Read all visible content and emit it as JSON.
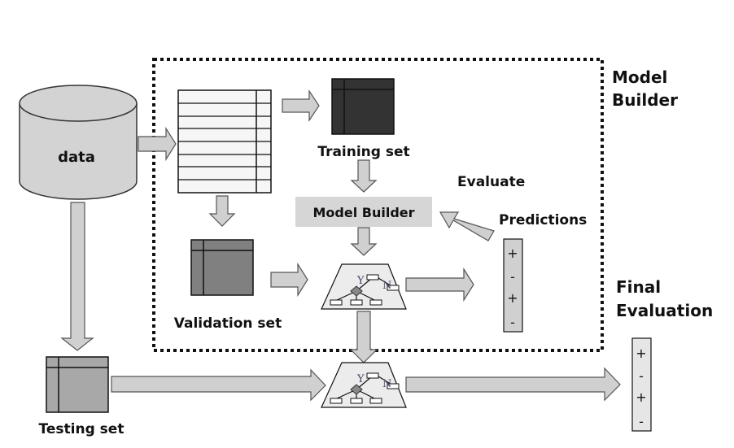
{
  "diagram": {
    "cylinder_label": "data",
    "model_builder_region_label_line1": "Model",
    "model_builder_region_label_line2": "Builder",
    "training_set_label": "Training set",
    "validation_set_label": "Validation set",
    "testing_set_label": "Testing set",
    "model_builder_box_label": "Model Builder",
    "evaluate_label": "Evaluate",
    "predictions_label": "Predictions",
    "final_evaluation_line1": "Final",
    "final_evaluation_line2": "Evaluation",
    "tree_yes_label": "Y",
    "tree_no_label": "N",
    "predictions_values": [
      "+",
      "-",
      "+",
      "-"
    ],
    "final_values": [
      "+",
      "-",
      "+",
      "-"
    ]
  },
  "colors": {
    "arrow_fill": "#d0d0d0",
    "training_set_fill": "#333333",
    "validation_set_fill": "#808080",
    "testing_set_fill": "#a8a8a8",
    "cylinder_fill": "#d3d3d3",
    "model_builder_box_fill": "#d6d6d6",
    "tree_fill": "#ececec"
  }
}
